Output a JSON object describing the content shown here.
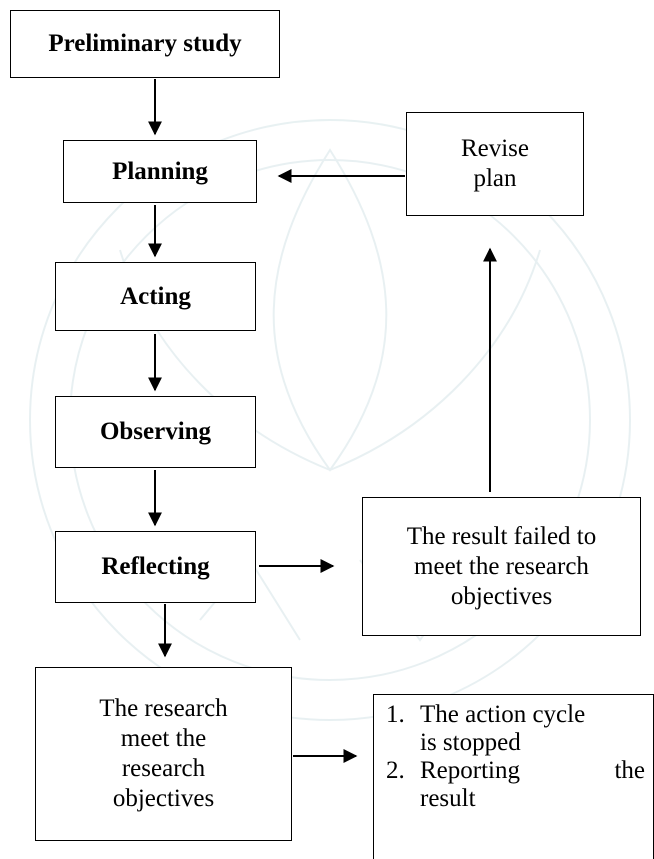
{
  "diagram": {
    "preliminary_study": "Preliminary study",
    "planning": "Planning",
    "acting": "Acting",
    "observing": "Observing",
    "reflecting": "Reflecting",
    "revise_plan": [
      "Revise",
      "plan"
    ],
    "failed_result": [
      "The result failed to",
      "meet the research",
      "objectives"
    ],
    "met_result": [
      "The research",
      "meet the",
      "research",
      "objectives"
    ],
    "outcome_list": [
      {
        "num": "1.",
        "lines": [
          "The action cycle",
          "is stopped"
        ]
      },
      {
        "num": "2.",
        "lines": [
          "Reporting the",
          "result"
        ]
      }
    ]
  },
  "colors": {
    "stroke": "#000000",
    "watermark": "#cfe0e4"
  }
}
